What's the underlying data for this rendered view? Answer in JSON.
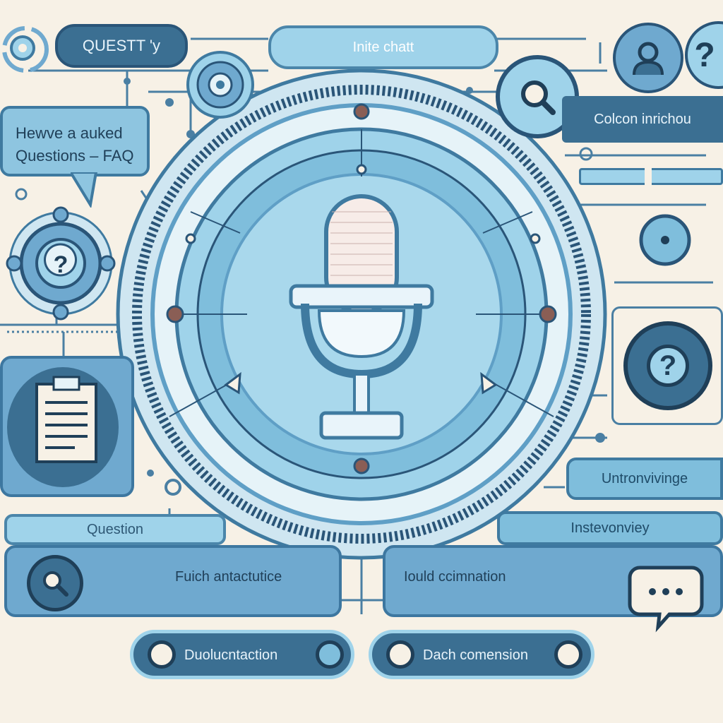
{
  "top_bar": {
    "query_pill": "QUESTT 'y",
    "chat_pill": "Inite chatt"
  },
  "faq_card": {
    "line1": "Hewve a auked",
    "line2": "Questions – FAQ"
  },
  "right_callout": {
    "label": "Colcon inrichou"
  },
  "right_pill": {
    "label": "Untronvivinge"
  },
  "left_question_pill": {
    "label": "Question"
  },
  "right_interview_pill": {
    "label": "Instevonviey"
  },
  "bottom_left_panel": {
    "label": "Fuich antactutice"
  },
  "bottom_right_panel": {
    "label": "Iould ccimnation"
  },
  "bottom_left_button": {
    "label": "Duolucntaction"
  },
  "bottom_right_button": {
    "label": "Dach comension"
  },
  "colors": {
    "background": "#f7f1e6",
    "primary_dark": "#3b6f92",
    "primary_light": "#9fd3ea",
    "accent": "#6fa9cf",
    "line": "#4a7fa3"
  },
  "icons": [
    "microphone-icon",
    "question-icon",
    "user-icon",
    "search-icon",
    "document-icon",
    "chat-bubble-icon",
    "radio-button-icon"
  ]
}
